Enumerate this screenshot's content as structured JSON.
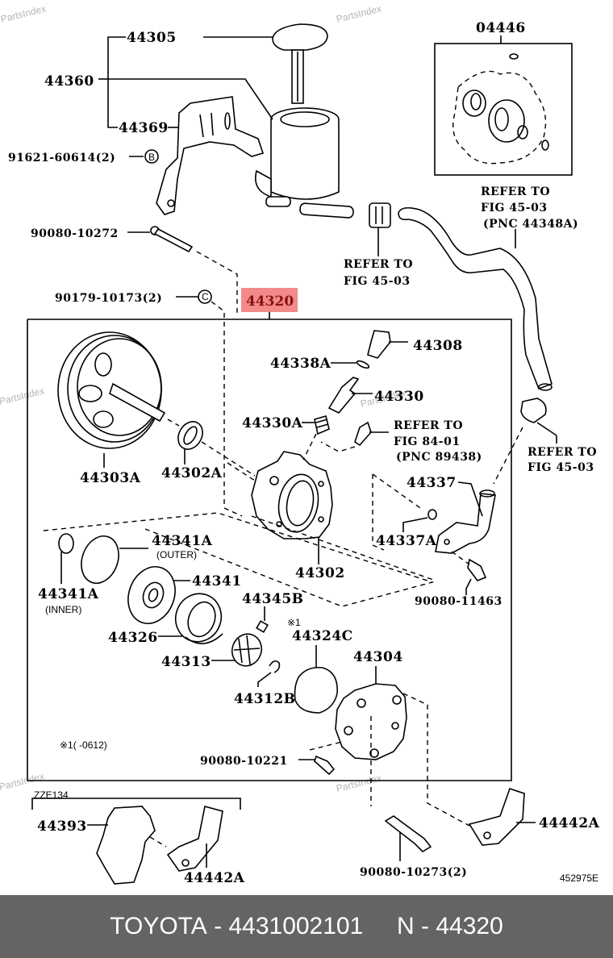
{
  "watermark": "PartsIndex",
  "highlight_color": "#f28a8a",
  "footer": {
    "brand": "TOYOTA",
    "part_number": "4431002101",
    "ref_prefix": "N",
    "ref_number": "44320",
    "separator": "-"
  },
  "diagram": {
    "figure_code": "452975E",
    "highlighted_part": "44320",
    "note": "※1(      -0612)",
    "note_marker": "※1",
    "variant_label": "ZZE134",
    "labels": {
      "p44305": "44305",
      "p44360": "44360",
      "p44369": "44369",
      "p91621": "91621-60614(2)",
      "p90080_10272": "90080-10272",
      "p90179": "90179-10173(2)",
      "p44320": "44320",
      "p04446": "04446",
      "p44308": "44308",
      "p44338A": "44338A",
      "p44330": "44330",
      "p44330A": "44330A",
      "p44303A": "44303A",
      "p44302A": "44302A",
      "p44302": "44302",
      "p44337": "44337",
      "p44337A": "44337A",
      "p90080_11463": "90080-11463",
      "p44341A_outer": "44341A",
      "outer": "(OUTER)",
      "p44341A_inner": "44341A",
      "inner": "(INNER)",
      "p44341": "44341",
      "p44345B": "44345B",
      "p44326": "44326",
      "p44313": "44313",
      "p44312B": "44312B",
      "p44324C": "44324C",
      "p44304": "44304",
      "p90080_10221": "90080-10221",
      "p44393": "44393",
      "p44442A_left": "44442A",
      "p44442A_right": "44442A",
      "p90080_10273": "90080-10273(2)",
      "bolt_marker": "B",
      "nut_marker": "C"
    },
    "refer_notes": {
      "refer_hose_top": [
        "REFER TO",
        "FIG 45-03",
        "(PNC 44348A)"
      ],
      "refer_clamp": [
        "REFER TO",
        "FIG 45-03"
      ],
      "refer_sensor": [
        "REFER TO",
        "FIG 84-01",
        "(PNC 89438)"
      ],
      "refer_clamp_right": [
        "REFER TO",
        "FIG 45-03"
      ]
    }
  }
}
